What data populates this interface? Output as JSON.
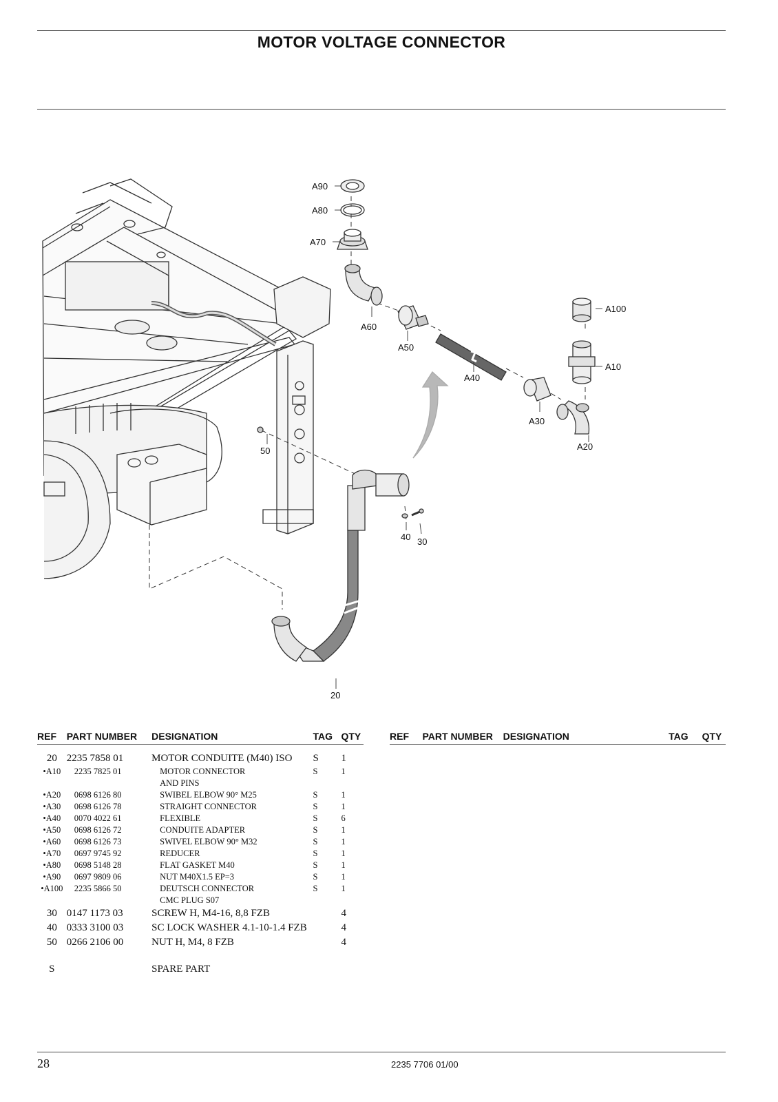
{
  "title": "MOTOR VOLTAGE CONNECTOR",
  "callouts": [
    "A90",
    "A80",
    "A70",
    "A60",
    "A50",
    "A40",
    "A30",
    "A20",
    "A10",
    "A100",
    "50",
    "40",
    "30",
    "20"
  ],
  "table_headers": {
    "ref": "REF",
    "part_number": "PART NUMBER",
    "designation": "DESIGNATION",
    "tag": "TAG",
    "qty": "QTY"
  },
  "parts": [
    {
      "ref": "20",
      "part_number": "2235 7858 01",
      "designation": "MOTOR CONDUITE (M40) ISO",
      "tag": "S",
      "qty": "1"
    },
    {
      "ref": "•A10",
      "part_number": "2235 7825 01",
      "designation": "MOTOR CONNECTOR",
      "designation_2": "AND PINS",
      "tag": "S",
      "qty": "1"
    },
    {
      "ref": "•A20",
      "part_number": "0698 6126 80",
      "designation": "SWIBEL ELBOW 90° M25",
      "tag": "S",
      "qty": "1"
    },
    {
      "ref": "•A30",
      "part_number": "0698 6126 78",
      "designation": "STRAIGHT CONNECTOR",
      "tag": "S",
      "qty": "1"
    },
    {
      "ref": "•A40",
      "part_number": "0070 4022 61",
      "designation": "FLEXIBLE",
      "tag": "S",
      "qty": "6"
    },
    {
      "ref": "•A50",
      "part_number": "0698 6126 72",
      "designation": "CONDUITE ADAPTER",
      "tag": "S",
      "qty": "1"
    },
    {
      "ref": "•A60",
      "part_number": "0698 6126 73",
      "designation": "SWIVEL ELBOW 90° M32",
      "tag": "S",
      "qty": "1"
    },
    {
      "ref": "•A70",
      "part_number": "0697 9745 92",
      "designation": "REDUCER",
      "tag": "S",
      "qty": "1"
    },
    {
      "ref": "•A80",
      "part_number": "0698 5148 28",
      "designation": "FLAT GASKET M40",
      "tag": "S",
      "qty": "1"
    },
    {
      "ref": "•A90",
      "part_number": "0697 9809 06",
      "designation": "NUT M40X1.5 EP=3",
      "tag": "S",
      "qty": "1"
    },
    {
      "ref": "•A100",
      "part_number": "2235 5866 50",
      "designation": "DEUTSCH CONNECTOR",
      "designation_2": "CMC PLUG S07",
      "tag": "S",
      "qty": "1"
    },
    {
      "ref": "30",
      "part_number": "0147 1173 03",
      "designation": "SCREW H, M4-16, 8,8 FZB",
      "tag": "",
      "qty": "4"
    },
    {
      "ref": "40",
      "part_number": "0333 3100 03",
      "designation": "SC LOCK WASHER 4.1-10-1.4 FZB",
      "tag": "",
      "qty": "4"
    },
    {
      "ref": "50",
      "part_number": "0266 2106 00",
      "designation": "NUT H, M4, 8 FZB",
      "tag": "",
      "qty": "4"
    }
  ],
  "legend": {
    "tag": "S",
    "text": "SPARE PART"
  },
  "page_number": "28",
  "doc_code": "2235 7706 01/00"
}
